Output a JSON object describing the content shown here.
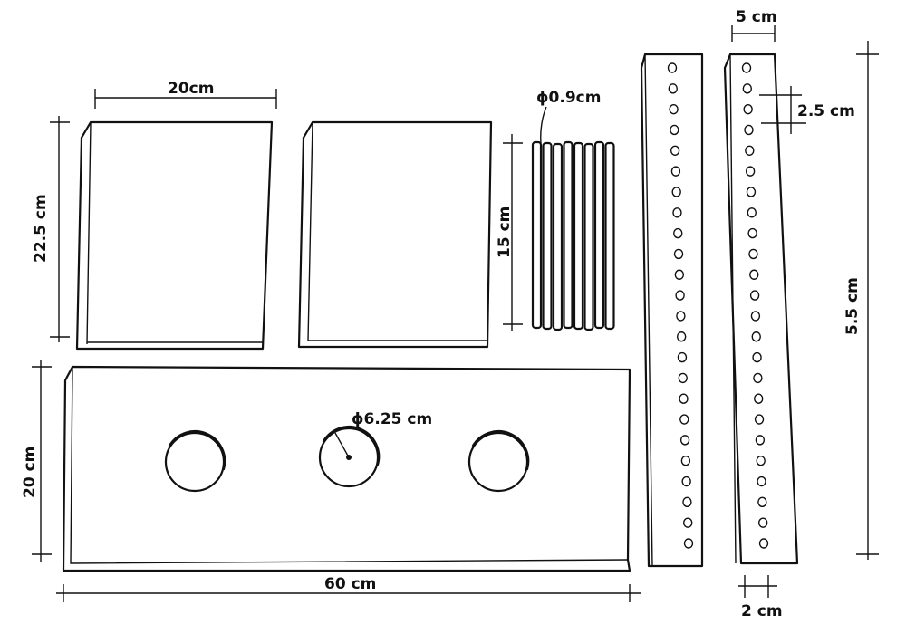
{
  "labels": {
    "panel_width": "20cm",
    "panel_height": "22.5 cm",
    "rod_diameter": "ϕ0.9cm",
    "rod_length": "15 cm",
    "strip_width": "5 cm",
    "hole_spacing": "2.5 cm",
    "strip_length": "5.5 cm",
    "board_height": "20 cm",
    "hole_diameter": "ϕ6.25 cm",
    "board_length": "60 cm",
    "strip_thickness": "2 cm"
  },
  "parts": {
    "square_panels": 2,
    "rods": 8,
    "board_holes": 3,
    "perforated_strips": 2,
    "holes_per_strip": 24
  }
}
